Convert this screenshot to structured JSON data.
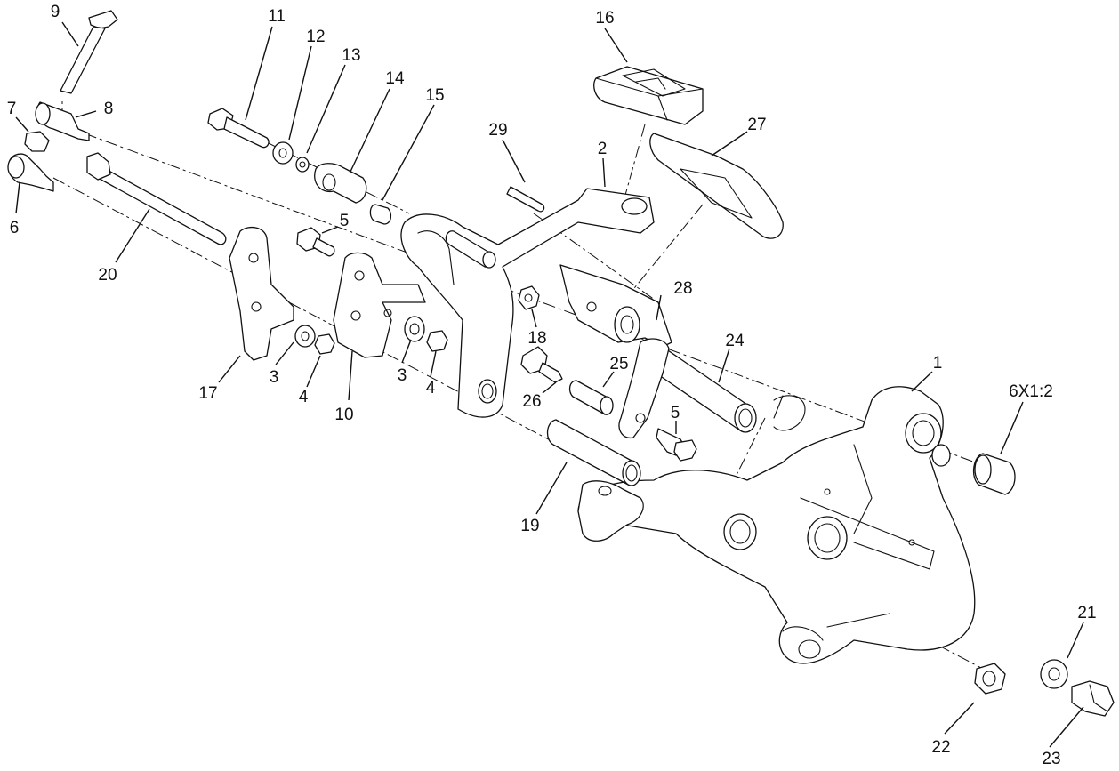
{
  "callouts": [
    {
      "id": "c9",
      "label": "9"
    },
    {
      "id": "c11",
      "label": "11"
    },
    {
      "id": "c12",
      "label": "12"
    },
    {
      "id": "c13",
      "label": "13"
    },
    {
      "id": "c14",
      "label": "14"
    },
    {
      "id": "c15",
      "label": "15"
    },
    {
      "id": "c16",
      "label": "16"
    },
    {
      "id": "c27",
      "label": "27"
    },
    {
      "id": "c29",
      "label": "29"
    },
    {
      "id": "c2",
      "label": "2"
    },
    {
      "id": "c7",
      "label": "7"
    },
    {
      "id": "c8",
      "label": "8"
    },
    {
      "id": "c6",
      "label": "6"
    },
    {
      "id": "c20",
      "label": "20"
    },
    {
      "id": "c5a",
      "label": "5"
    },
    {
      "id": "c17",
      "label": "17"
    },
    {
      "id": "c3a",
      "label": "3"
    },
    {
      "id": "c4a",
      "label": "4"
    },
    {
      "id": "c10",
      "label": "10"
    },
    {
      "id": "c3b",
      "label": "3"
    },
    {
      "id": "c4b",
      "label": "4"
    },
    {
      "id": "c18",
      "label": "18"
    },
    {
      "id": "c28",
      "label": "28"
    },
    {
      "id": "c24",
      "label": "24"
    },
    {
      "id": "c25",
      "label": "25"
    },
    {
      "id": "c26",
      "label": "26"
    },
    {
      "id": "c5b",
      "label": "5"
    },
    {
      "id": "c1",
      "label": "1"
    },
    {
      "id": "c6x",
      "label": "6X1:2"
    },
    {
      "id": "c19",
      "label": "19"
    },
    {
      "id": "c21",
      "label": "21"
    },
    {
      "id": "c22",
      "label": "22"
    },
    {
      "id": "c23",
      "label": "23"
    }
  ]
}
